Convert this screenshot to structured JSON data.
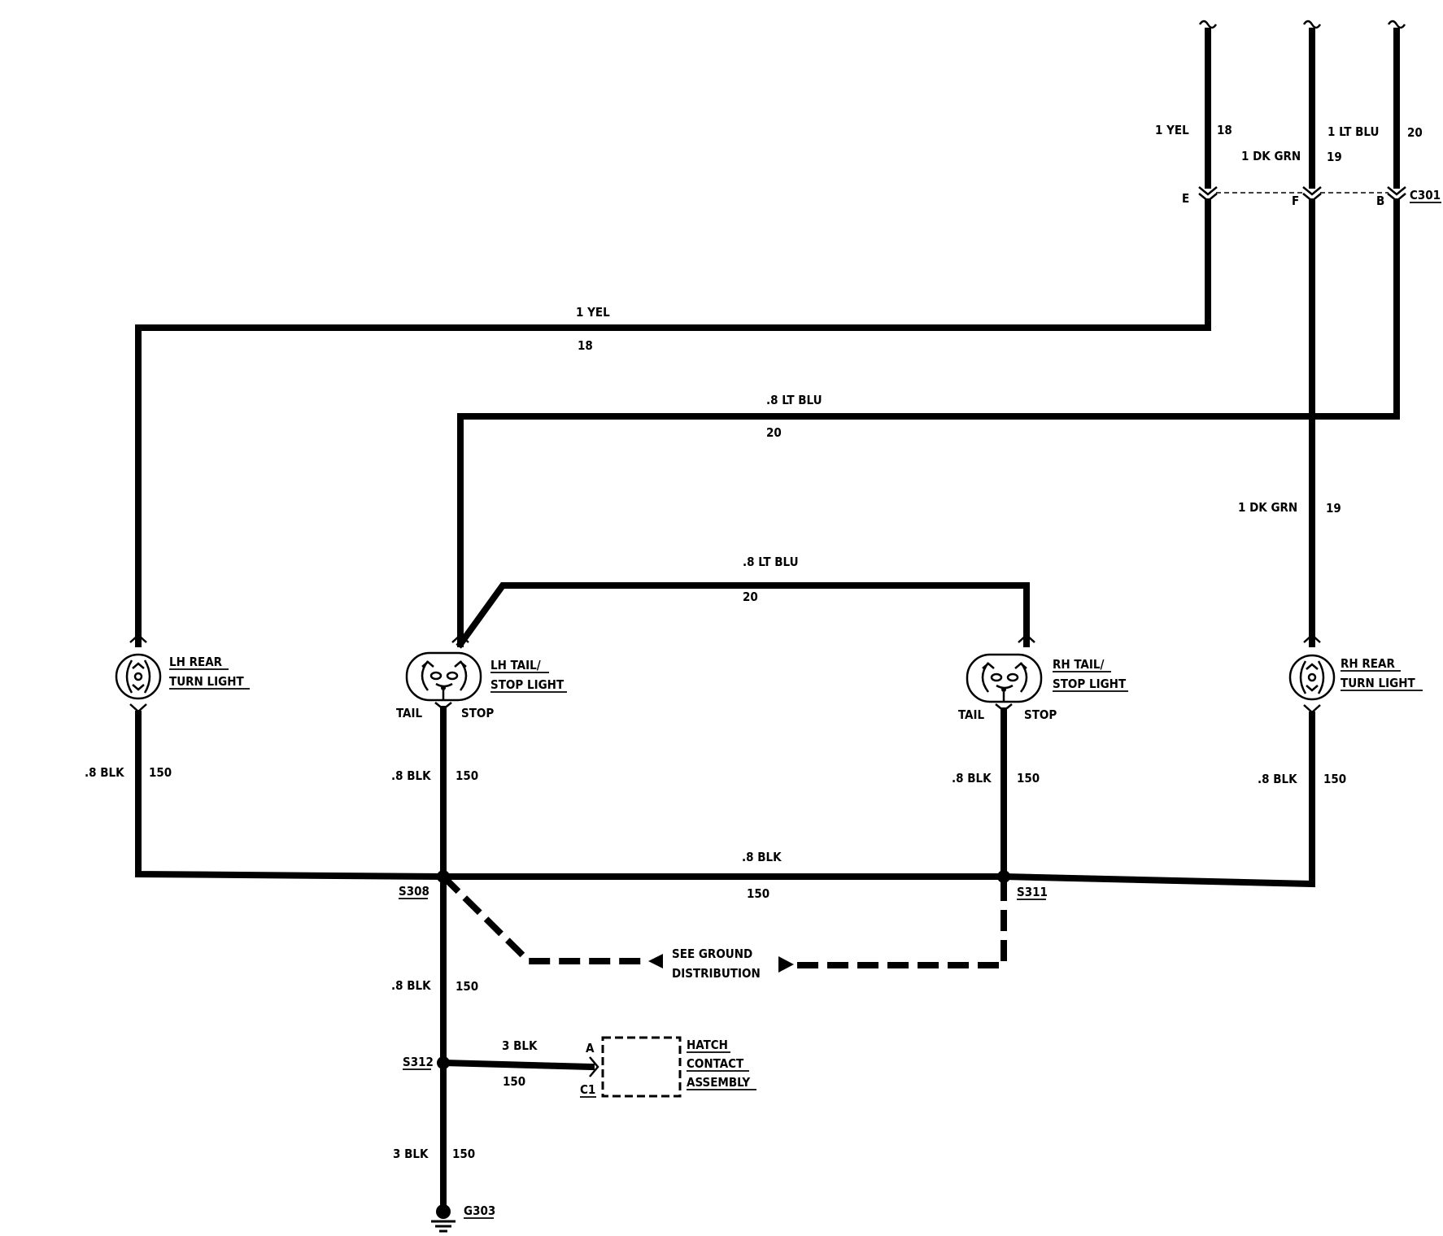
{
  "connector": {
    "name": "C301",
    "pins": [
      "E",
      "F",
      "B"
    ]
  },
  "wires": {
    "yel_feed": {
      "label": "1 YEL",
      "circuit": "18"
    },
    "dkgrn_feed": {
      "label": "1 DK GRN",
      "circuit": "19"
    },
    "ltblu_feed": {
      "label": "1 LT BLU",
      "circuit": "20"
    },
    "yel_run": {
      "label": "1 YEL",
      "circuit": "18"
    },
    "ltblu_run_upper": {
      "label": ".8 LT BLU",
      "circuit": "20"
    },
    "ltblu_run_lower": {
      "label": ".8 LT BLU",
      "circuit": "20"
    },
    "dkgrn_run": {
      "label": "1 DK GRN",
      "circuit": "19"
    },
    "blk_lh_turn": {
      "label": ".8 BLK",
      "circuit": "150"
    },
    "blk_lh_tail": {
      "label": ".8 BLK",
      "circuit": "150"
    },
    "blk_rh_tail": {
      "label": ".8 BLK",
      "circuit": "150"
    },
    "blk_rh_turn": {
      "label": ".8 BLK",
      "circuit": "150"
    },
    "blk_bus": {
      "label": ".8 BLK",
      "circuit": "150"
    },
    "blk_s308_s312": {
      "label": ".8 BLK",
      "circuit": "150"
    },
    "blk_hatch": {
      "label": "3 BLK",
      "circuit": "150"
    },
    "blk_ground": {
      "label": "3 BLK",
      "circuit": "150"
    }
  },
  "components": {
    "lh_turn": {
      "line1": "LH REAR",
      "line2": "TURN LIGHT"
    },
    "lh_tail": {
      "line1": "LH TAIL/",
      "line2": "STOP LIGHT",
      "tail": "TAIL",
      "stop": "STOP"
    },
    "rh_tail": {
      "line1": "RH TAIL/",
      "line2": "STOP LIGHT",
      "tail": "TAIL",
      "stop": "STOP"
    },
    "rh_turn": {
      "line1": "RH REAR",
      "line2": "TURN LIGHT"
    },
    "hatch": {
      "line1": "HATCH",
      "line2": "CONTACT",
      "line3": "ASSEMBLY",
      "pin_a": "A",
      "conn": "C1"
    }
  },
  "splices": {
    "s308": "S308",
    "s311": "S311",
    "s312": "S312"
  },
  "ground": {
    "id": "G303",
    "note_line1": "SEE GROUND",
    "note_line2": "DISTRIBUTION"
  }
}
